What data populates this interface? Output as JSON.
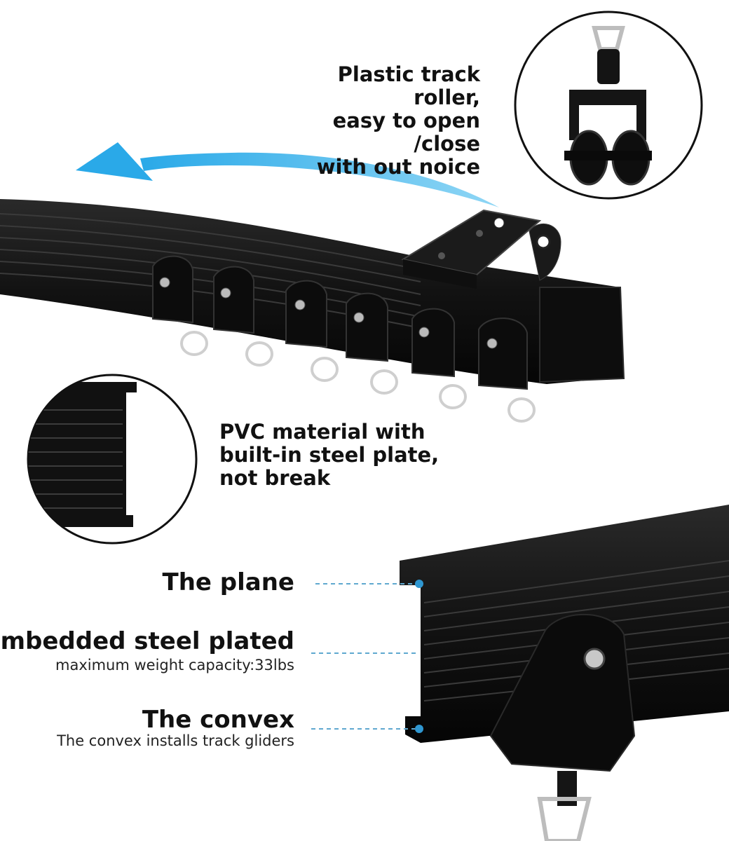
{
  "callouts": {
    "roller": {
      "lines": [
        "Plastic track roller,",
        "easy to open /close",
        "with out noice"
      ]
    },
    "pvc": {
      "lines": [
        "PVC material with",
        "built-in steel plate,",
        "not break"
      ]
    }
  },
  "parts": {
    "plane": {
      "title": "The plane"
    },
    "steel": {
      "title": "Embedded steel plated",
      "subtitle": "maximum weight capacity:33lbs"
    },
    "convex": {
      "title": "The convex",
      "subtitle": "The convex installs track gliders"
    }
  },
  "colors": {
    "arrow": "#39b5ea",
    "leader_line": "#5fa8cf",
    "track": "#141414"
  },
  "icons": [
    "curved-arrow-icon",
    "roller-icon",
    "ring-icon"
  ]
}
